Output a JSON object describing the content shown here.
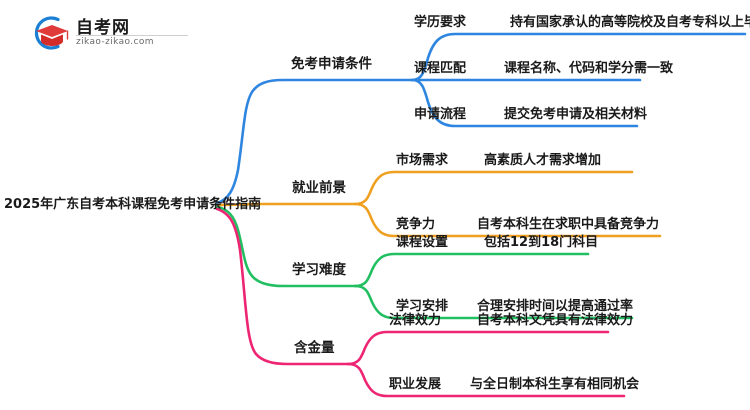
{
  "logo": {
    "name_cn": "自考网",
    "url": "zikao-zikao.com",
    "mark_icon": "graduation-cap-icon",
    "arc_color": "#1B7FD4",
    "cap_color": "#E03A3A"
  },
  "mindmap": {
    "root": {
      "label": "2025年广东自考本科课程免考申请条件指南"
    },
    "branches": [
      {
        "label": "免考申请条件",
        "color": "#2E86E0",
        "children": [
          {
            "key": "学历要求",
            "value": "持有国家承认的高等院校及自考专科以上毕业证书"
          },
          {
            "key": "课程匹配",
            "value": "课程名称、代码和学分需一致"
          },
          {
            "key": "申请流程",
            "value": "提交免考申请及相关材料"
          }
        ]
      },
      {
        "label": "就业前景",
        "color": "#F0A020",
        "children": [
          {
            "key": "市场需求",
            "value": "高素质人才需求增加"
          },
          {
            "key": "竞争力",
            "value": "自考本科生在求职中具备竞争力"
          }
        ]
      },
      {
        "label": "学习难度",
        "color": "#22BF62",
        "children": [
          {
            "key": "课程设置",
            "value": "包括12到18门科目"
          },
          {
            "key": "学习安排",
            "value": "合理安排时间以提高通过率"
          }
        ]
      },
      {
        "label": "含金量",
        "color": "#ED2573",
        "children": [
          {
            "key": "法律效力",
            "value": "自考本科文凭具有法律效力"
          },
          {
            "key": "职业发展",
            "value": "与全日制本科生享有相同机会"
          }
        ]
      }
    ]
  }
}
